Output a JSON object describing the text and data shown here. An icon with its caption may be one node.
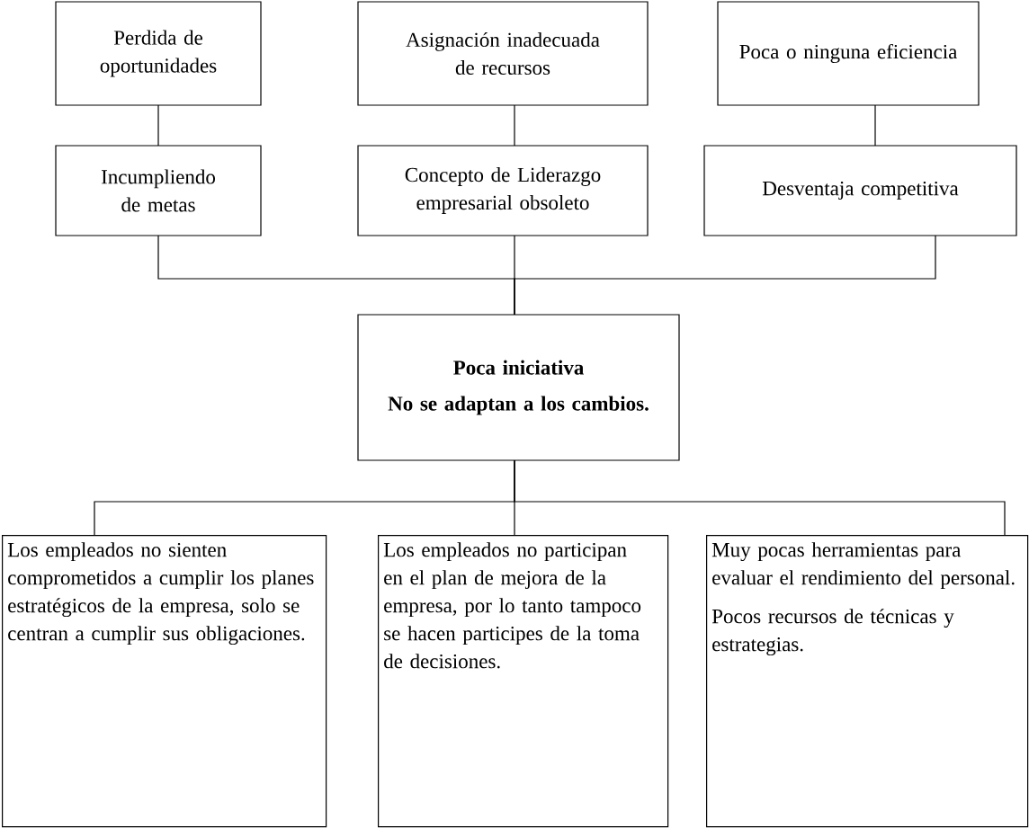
{
  "diagram": {
    "nodes": [
      {
        "text": [
          "Perdida de oportunidades"
        ]
      },
      {
        "text": [
          "Asignación inadecuada de recursos"
        ]
      },
      {
        "text": [
          "Poca o ninguna eficiencia"
        ]
      },
      {
        "text": [
          "Incumpliendo de metas"
        ]
      },
      {
        "text": [
          "Concepto de Liderazgo empresarial obsoleto"
        ]
      },
      {
        "text": [
          "Desventaja competitiva"
        ]
      },
      {
        "text": [
          "Poca iniciativa",
          "No se adaptan a los cambios."
        ]
      },
      {
        "text": [
          "Los empleados no sienten comprometidos a cumplir los planes estratégicos de la empresa, solo se centran a cumplir sus obligaciones."
        ]
      },
      {
        "text": [
          "Los empleados no participan en el plan de mejora de la empresa, por lo tanto tampoco se hacen participes de la toma de decisiones."
        ]
      },
      {
        "text": [
          "Muy pocas herramientas para evaluar el rendimiento del personal.",
          "Pocos recursos de técnicas y estrategias."
        ]
      }
    ],
    "edges": [
      {
        "from": 0,
        "to": 3,
        "arrow": "none"
      },
      {
        "from": 1,
        "to": 4,
        "arrow": "none"
      },
      {
        "from": 2,
        "to": 5,
        "arrow": "none"
      },
      {
        "from": 3,
        "to": 6,
        "arrow": "none"
      },
      {
        "from": 4,
        "to": 6,
        "arrow": "none"
      },
      {
        "from": 5,
        "to": 6,
        "arrow": "none"
      },
      {
        "from": 6,
        "to": 7,
        "arrow": "none"
      },
      {
        "from": 6,
        "to": 8,
        "arrow": "none"
      },
      {
        "from": 6,
        "to": 9,
        "arrow": "none"
      }
    ]
  }
}
